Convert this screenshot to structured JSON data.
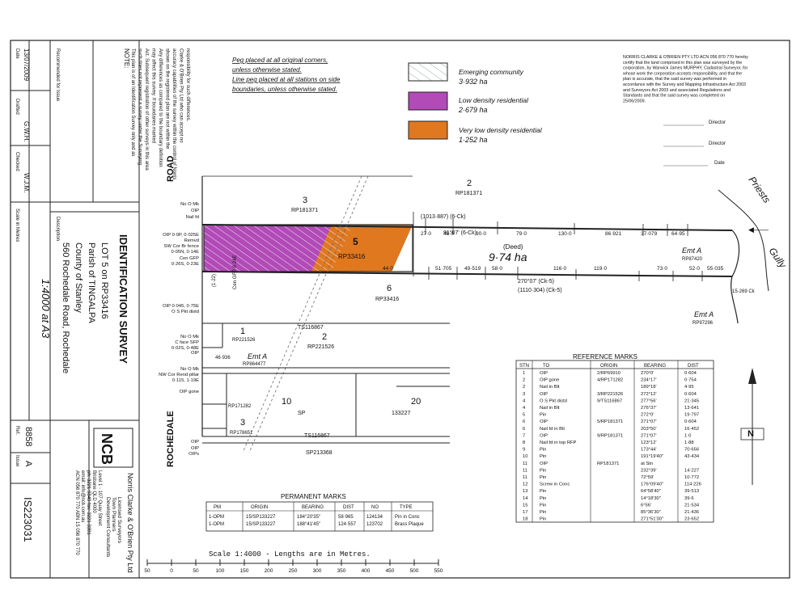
{
  "sidebar": {
    "note_heading": "NOTE:",
    "note_text": [
      "This plan is of an Identification Survey only and as",
      "such does not represent a survey under the Surveying",
      "Act. Subsequent registration of other surveys in this area",
      "may affect this survey. If boundaries marked",
      "Any differences as compared to the boundary definition",
      "shown on the registered plan are not within the",
      "accuracy capabilities of the survey within the control of Norris",
      "Clarke & O'Brien Pty Ltd who can accept no",
      "responsibility for such differences."
    ],
    "recommended_label": "Recommended for Issue",
    "date_label": "Date",
    "date_value": "13/07/2009",
    "drafted_label": "Drafted",
    "drafted_value": "G.W.H.",
    "checked_label": "Checked",
    "checked_value": "W.J.M.",
    "scale_label": "Scale in Metres",
    "scale_value": "1:4000 at A3",
    "description_label": "Description",
    "title": "IDENTIFICATION SURVEY",
    "desc_lines": [
      "LOT 5 on RP33416",
      "Parish of TINGALPA",
      "County of Stanley",
      "560 Rochedale Road, Rochedale"
    ],
    "company_logo": "NCB",
    "company_name": "Norris Clarke & O'Brien Pty Ltd",
    "company_sub": [
      "Licensed Surveyors",
      "Town Planners",
      "Development Consultants"
    ],
    "company_addr": [
      "Level 1 - 107 Quay Street",
      "Brisbane QLD 4000",
      "ph: 3221 9849   fax: 3221 3391",
      "email: info@ncb.com.au",
      "ACN 056 870 770 ABN 15 056 870 770"
    ],
    "ref_label": "Ref.",
    "ref_value": "8858",
    "issue_label": "Issue",
    "issue_value": "A",
    "plan_no": "IS223031"
  },
  "legend": {
    "peg_note_1": "Peg placed at all original corners,",
    "peg_note_2": "unless otherwise stated.",
    "peg_note_3": "Line peg placed at all stations on side",
    "peg_note_4": "boundaries, unless otherwise stated.",
    "items": [
      {
        "label": "Emerging community",
        "area": "3·932 ha"
      },
      {
        "label": "Low density residential",
        "area": "2·679 ha"
      },
      {
        "label": "Very low density residential",
        "area": "1·252 ha"
      }
    ],
    "colors": {
      "emerging": "#ffffff",
      "low": "#b24ab8",
      "very_low": "#e07820"
    }
  },
  "certificate": [
    "NORRIS CLARKE & O'BRIEN PTY LTD  ACN 056 870 770 hereby",
    "certify that the land comprised in this plan was surveyed by the",
    "corporation, by Warwick James MURPHY, Cadastral Surveyor, for",
    "whose work the corporation accepts responsibility, and that the",
    "plan is accurate, that the said survey was performed in",
    "accordance with the Survey and Mapping Infrastructure Act 2003",
    "and Surveyors Act 2003 and associated Regulations and",
    "Standards and that the said survey was completed on",
    "25/06/2009."
  ],
  "signatures": {
    "director1": "Director",
    "director2": "Director",
    "date": "Date"
  },
  "map": {
    "road_top": "ROAD",
    "road_bottom": "ROCHEDALE",
    "priests": "Priests",
    "gully": "Gully",
    "lot3": "3",
    "lot3_plan": "RP181371",
    "lot2_top": "2",
    "lot2_top_plan": "RP181371",
    "lot5": "5",
    "lot5_plan": "RP33416",
    "lot6": "6",
    "lot6_plan": "RP33416",
    "deed": "(Deed)",
    "area": "9·74 ha",
    "lot1": "1",
    "lot1_plan": "RP221526",
    "lot2_mid": "2",
    "lot2_mid_plan": "RP221526",
    "ts1": "TS116867",
    "ts2": "TS116867",
    "lot10": "10",
    "lot10_plan": "SP",
    "lot20": "20",
    "lot20_plan": "133227",
    "lot1b_plan": "RP171282",
    "lot3b": "3",
    "lot3b_plan": "RP178651",
    "sp213368": "SP213368",
    "emt_a1": "Emt A",
    "emt_a1_plan": "RP864477",
    "emt_a2": "Emt A",
    "emt_a2_plan": "RP87420",
    "emt_a3": "Emt A",
    "emt_a3_plan": "RP97296",
    "bearing_top": "91°07' (6-Ck)",
    "bearing_top2": "(1013·887) (6-Ck)",
    "bearing_bottom": "270°07' (Ck-5)",
    "bearing_bottom2": "(1110·304) (Ck-5)",
    "top_dims": [
      "27·0",
      "48·0",
      "90·0",
      "79·0",
      "130·0",
      "86·921",
      "37·079",
      "64·95"
    ],
    "bottom_dims": [
      "44·0",
      "51·705",
      "49·519",
      "58·0",
      "116·0",
      "119·0",
      "73·0",
      "52·0",
      "55·035"
    ],
    "left_notes": [
      "No O Mk",
      "OIP",
      "Nail fd",
      "OIP 0·0P, 0·025E",
      "Remvd",
      "SW Cor Br fence",
      "0·05N, 0·14E",
      "Cen GFP",
      "0·26S, 0·23E",
      "OIP 0·045, 0·75E",
      "O S Pkt distd",
      "No O Mk",
      "C face SFP",
      "0·02S, 0·48E",
      "OIP",
      "No O Mk",
      "NW Cor Rend pillar",
      "0·115, 1·19E",
      "OIP gone",
      "OIP",
      "OIP",
      "OIPs"
    ],
    "dist_left": "46·936",
    "gully_dist": "15·269 Ck"
  },
  "ref_marks": {
    "title": "REFERENCE MARKS",
    "headers": [
      "STN",
      "TO",
      "ORIGIN",
      "BEARING",
      "DIST"
    ],
    "rows": [
      [
        "1",
        "OIP",
        "2/RP69910",
        "270°0'",
        "0·604"
      ],
      [
        "2",
        "OIP gone",
        "4/RP171282",
        "234°17'",
        "0·754"
      ],
      [
        "2",
        "Nail in Blt",
        "",
        "189°18'",
        "4·95"
      ],
      [
        "3",
        "OIP",
        "3/RP221526",
        "272°12'",
        "0·604"
      ],
      [
        "4",
        "O S Pkt distd",
        "9/TS116867",
        "277°56'",
        "21·345"
      ],
      [
        "4",
        "Nail in Blt",
        "",
        "276°37'",
        "13·641"
      ],
      [
        "5",
        "Pin",
        "",
        "272°0'",
        "19·797"
      ],
      [
        "6",
        "OIP",
        "5/RP181371",
        "271°07'",
        "0·604"
      ],
      [
        "6",
        "Nail fd in Blt",
        "",
        "203°50'",
        "16·452"
      ],
      [
        "7",
        "OIP",
        "9/RP181371",
        "271°07'",
        "1·0"
      ],
      [
        "8",
        "Nail fd in top RFP",
        "",
        "123°12'",
        "1·88"
      ],
      [
        "9",
        "Pin",
        "",
        "173°44'",
        "70·656"
      ],
      [
        "10",
        "Pin",
        "",
        "191°19'40\"",
        "43·434"
      ],
      [
        "11",
        "OIP",
        "RP181371",
        "at Stn",
        ""
      ],
      [
        "11",
        "Pin",
        "",
        "232°39'",
        "14·227"
      ],
      [
        "11",
        "Pin",
        "",
        "72°59'",
        "10·772"
      ],
      [
        "12",
        "Screw in Conc",
        "",
        "176°09'40\"",
        "114·226"
      ],
      [
        "13",
        "Pin",
        "",
        "64°58'40\"",
        "39·513"
      ],
      [
        "14",
        "Pin",
        "",
        "14°18'30\"",
        "39·6"
      ],
      [
        "15",
        "Pin",
        "",
        "6°56'",
        "21·534"
      ],
      [
        "17",
        "Pin",
        "",
        "85°36'30\"",
        "21·436"
      ],
      [
        "18",
        "Pin",
        "",
        "271°51'30\"",
        "23·652"
      ]
    ]
  },
  "perm_marks": {
    "title": "PERMANENT MARKS",
    "headers": [
      "PM",
      "ORIGIN",
      "BEARING",
      "DIST",
      "NO",
      "TYPE"
    ],
    "rows": [
      [
        "1-OPM",
        "15/SP133227",
        "184°20'35\"",
        "58·965",
        "124134",
        "Pin in Conc"
      ],
      [
        "1-OPM",
        "15/SP133227",
        "188°41'45\"",
        "124·557",
        "123702",
        "Brass Plaque"
      ]
    ]
  },
  "scale": {
    "caption": "Scale 1:4000 - Lengths are in Metres.",
    "ticks": [
      "50",
      "0",
      "50",
      "100",
      "150",
      "200",
      "250",
      "300",
      "350",
      "400",
      "450",
      "500",
      "550"
    ]
  },
  "north": "N"
}
